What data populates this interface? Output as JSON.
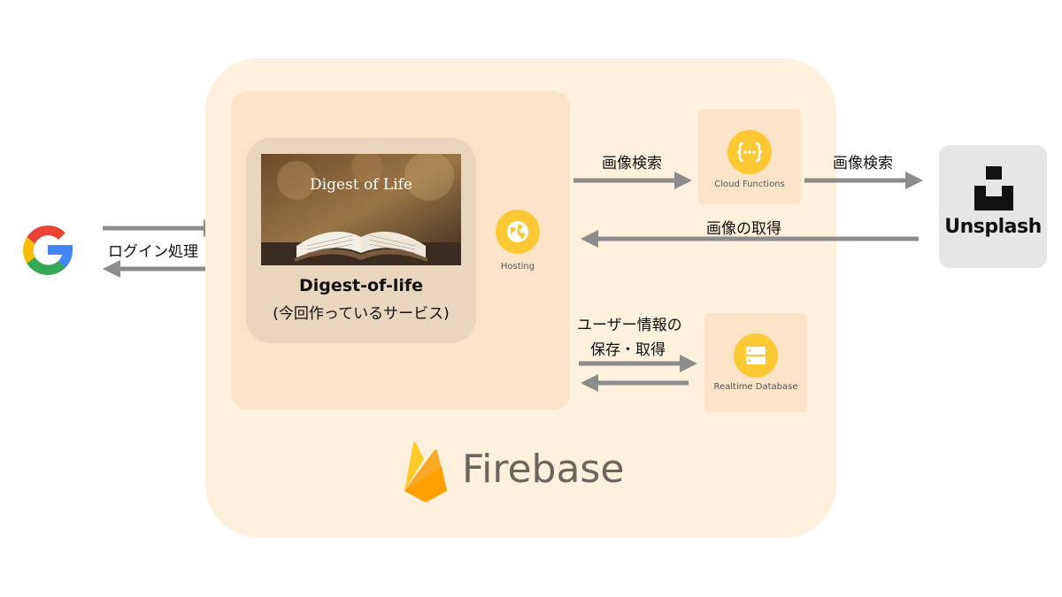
{
  "app": {
    "name": "Digest-of-life",
    "subtitle": "(今回作っているサービス)",
    "thumbnail_title": "Digest of Life"
  },
  "services": {
    "hosting": "Hosting",
    "cloud_functions": "Cloud Functions",
    "realtime_database": "Realtime Database"
  },
  "flows": {
    "login": "ログイン処理",
    "image_search_1": "画像検索",
    "image_search_2": "画像検索",
    "image_fetch": "画像の取得",
    "user_info_line1": "ユーザー情報の",
    "user_info_line2": "保存・取得"
  },
  "firebase": {
    "name": "Firebase"
  },
  "unsplash": {
    "name": "Unsplash"
  },
  "colors": {
    "firebase_bg": "#fdf0dc",
    "hosting_bg": "#fbe3c7",
    "icon_yellow": "#fcc934",
    "arrow_gray": "#8c8c8c"
  },
  "icons": {
    "google": "google-g-logo",
    "hosting": "globe-icon",
    "functions": "functions-braces-icon",
    "database": "database-icon",
    "firebase": "firebase-flame-logo",
    "unsplash": "unsplash-logo"
  }
}
